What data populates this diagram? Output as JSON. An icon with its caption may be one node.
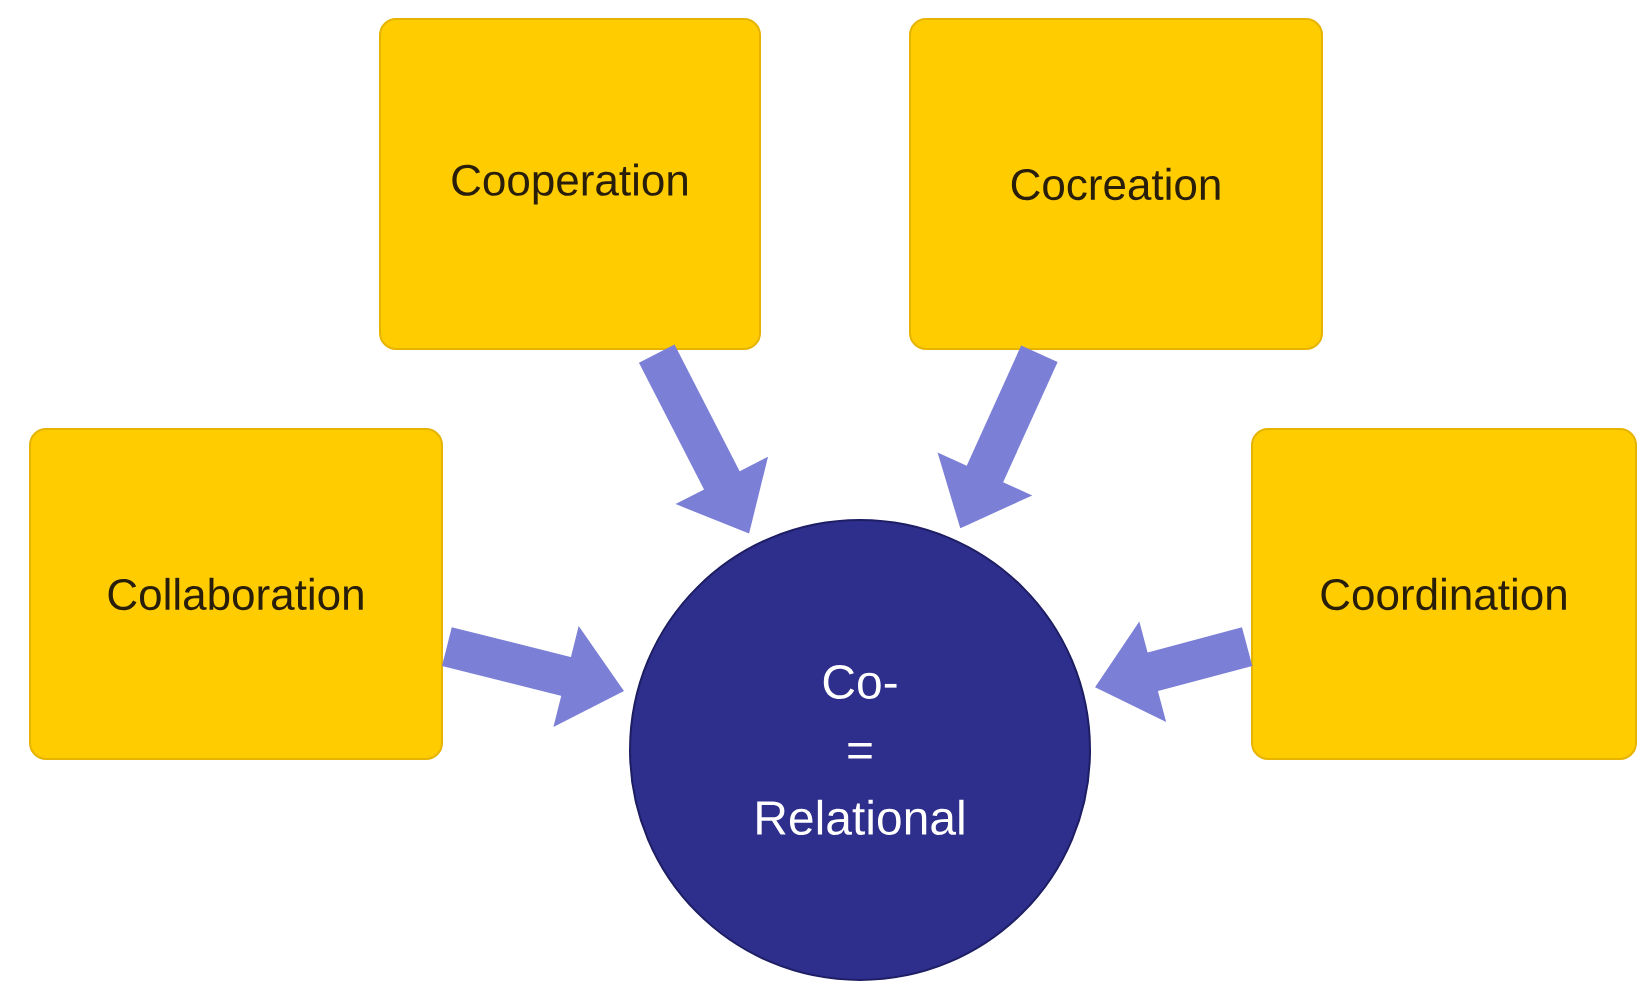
{
  "diagram": {
    "nodes": [
      {
        "text": [
          "Cooperation"
        ]
      },
      {
        "text": [
          "Cocreation"
        ]
      },
      {
        "text": [
          "Collaboration"
        ]
      },
      {
        "text": [
          "Coordination"
        ]
      },
      {
        "text": [
          "Co-",
          "=",
          "Relational"
        ]
      }
    ],
    "edges": [
      {
        "from": 0,
        "to": 4,
        "arrow": "to"
      },
      {
        "from": 1,
        "to": 4,
        "arrow": "to"
      },
      {
        "from": 2,
        "to": 4,
        "arrow": "to"
      },
      {
        "from": 3,
        "to": 4,
        "arrow": "to"
      }
    ]
  }
}
